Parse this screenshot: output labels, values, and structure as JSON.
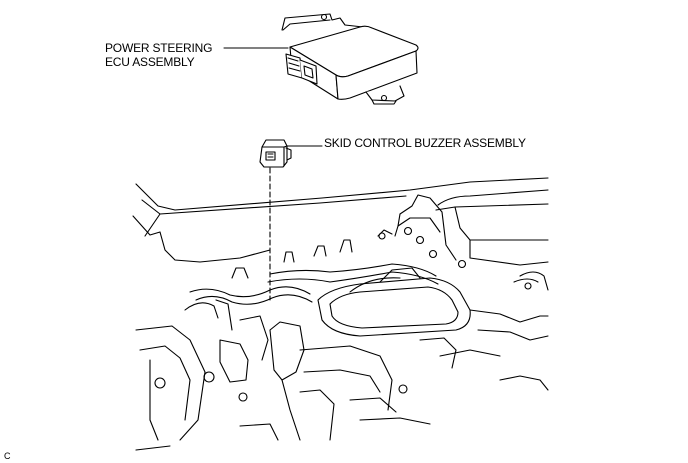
{
  "labels": {
    "ecu_line1": "POWER STEERING",
    "ecu_line2": "ECU ASSEMBLY",
    "buzzer": "SKID CONTROL BUZZER ASSEMBLY"
  },
  "figure_code": "C"
}
